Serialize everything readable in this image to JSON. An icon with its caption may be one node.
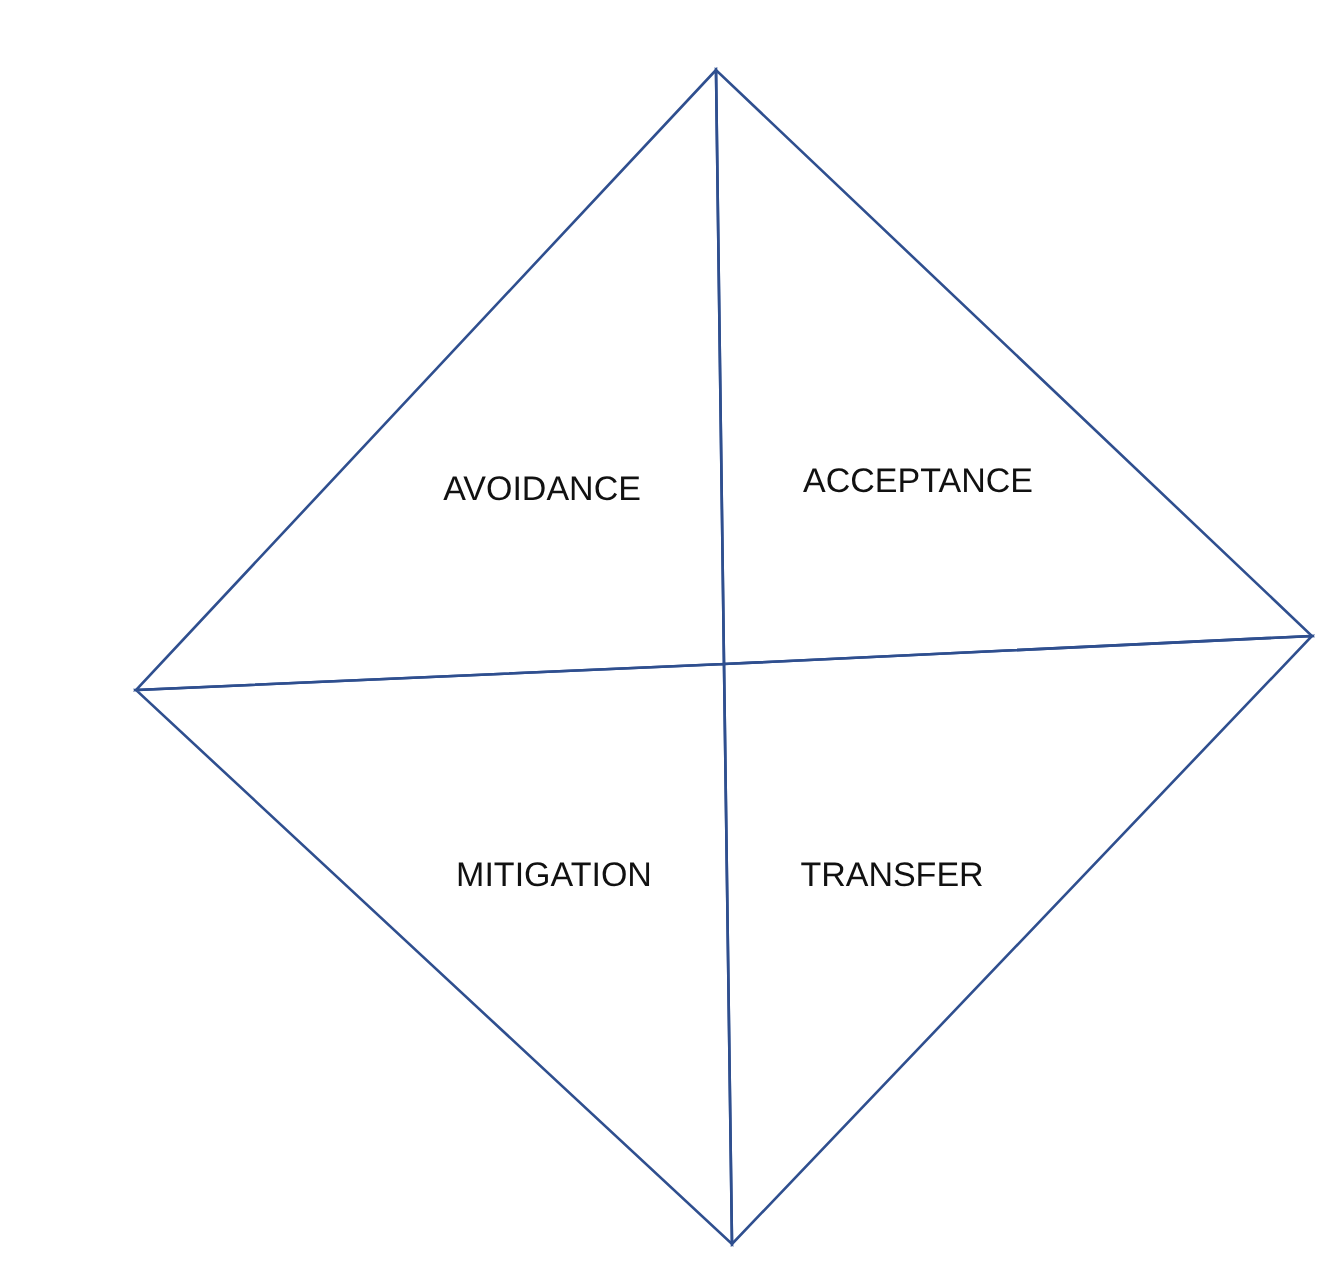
{
  "diagram": {
    "nodes": [
      {
        "text": [
          "AVOIDANCE"
        ]
      },
      {
        "text": [
          "ACCEPTANCE"
        ]
      },
      {
        "text": [
          "MITIGATION"
        ]
      },
      {
        "text": [
          "TRANSFER"
        ]
      }
    ]
  }
}
